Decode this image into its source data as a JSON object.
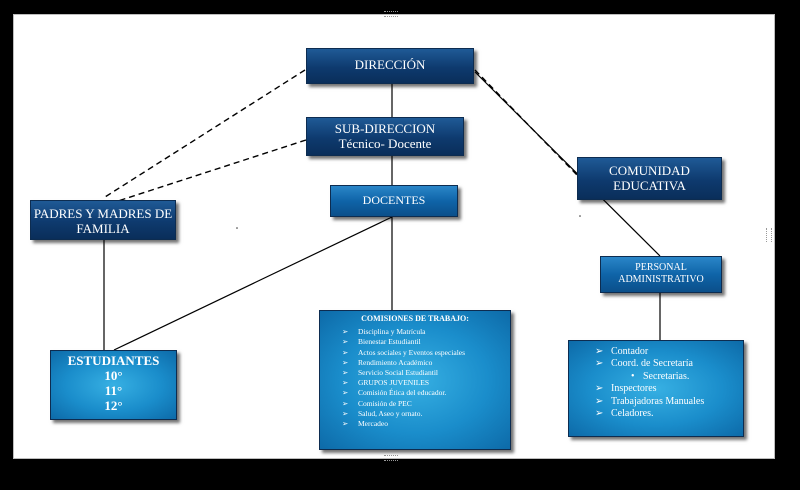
{
  "diagram": {
    "direccion": "DIRECCIÓN",
    "subdireccion": {
      "line1": "SUB-DIRECCION",
      "line2": "Técnico-  Docente"
    },
    "comunidad": {
      "line1": "COMUNIDAD",
      "line2": "EDUCATIVA"
    },
    "padres": {
      "line1": "PADRES Y MADRES DE",
      "line2": "FAMILIA"
    },
    "docentes": "DOCENTES",
    "personal": {
      "line1": "PERSONAL",
      "line2": "ADMINISTRATIVO"
    },
    "estudiantes": {
      "title": "ESTUDIANTES",
      "grades": [
        "10°",
        "11°",
        "12°"
      ]
    },
    "comisiones": {
      "title": "COMISIONES DE TRABAJO:",
      "items": [
        "Disciplina y Matrícula",
        "Bienestar Estudiantil",
        "Actos sociales y Eventos especiales",
        "Rendimiento Académico",
        "Servicio Social Estudiantil",
        "GRUPOS JUVENILES",
        "Comisión Ética del educador.",
        "Comisión de PEC",
        "Salud, Aseo y ornato.",
        "Mercadeo"
      ]
    },
    "admin": {
      "items": [
        "Contador",
        "Coord. de Secretaría",
        "Secretarias.",
        "Inspectores",
        "Trabajadoras  Manuales",
        "Celadores."
      ]
    },
    "markers": {
      "chevron": "➢",
      "bullet": "•"
    },
    "colors": {
      "dark_box": "#0e3a6e",
      "mid_box": "#0f64a8",
      "light_box": "#1a8dcb",
      "background": "#000000",
      "page": "#ffffff"
    }
  }
}
